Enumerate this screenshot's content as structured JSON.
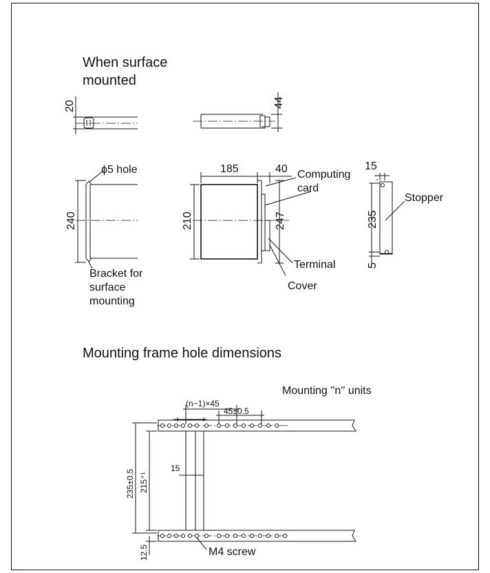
{
  "surface_mounted": {
    "heading_line1": "When surface",
    "heading_line2": "mounted",
    "dims": {
      "bracket_depth": "20",
      "unit_height": "44",
      "width_185": "185",
      "cover_40": "40",
      "hole_pitch_240": "240",
      "height_210": "210",
      "height_247": "247",
      "side_15": "15",
      "side_235": "235",
      "side_5": "5"
    },
    "labels": {
      "hole": "ϕ5 hole",
      "computing_card_line1": "Computing",
      "computing_card_line2": "card",
      "stopper": "Stopper",
      "terminal": "Terminal",
      "cover": "Cover",
      "bracket_line1": "Bracket for",
      "bracket_line2": "surface",
      "bracket_line3": "mounting"
    }
  },
  "frame": {
    "heading": "Mounting frame hole dimensions",
    "units_note": "Mounting ''n'' units",
    "dims": {
      "pitch_total": "(n−1)×45",
      "pitch": "45±0.5",
      "offset_15": "15",
      "height_235": "235±0.5",
      "height_215": "215⁺¹",
      "rail_12_5": "12.5"
    },
    "screw_label": "M4 screw"
  }
}
